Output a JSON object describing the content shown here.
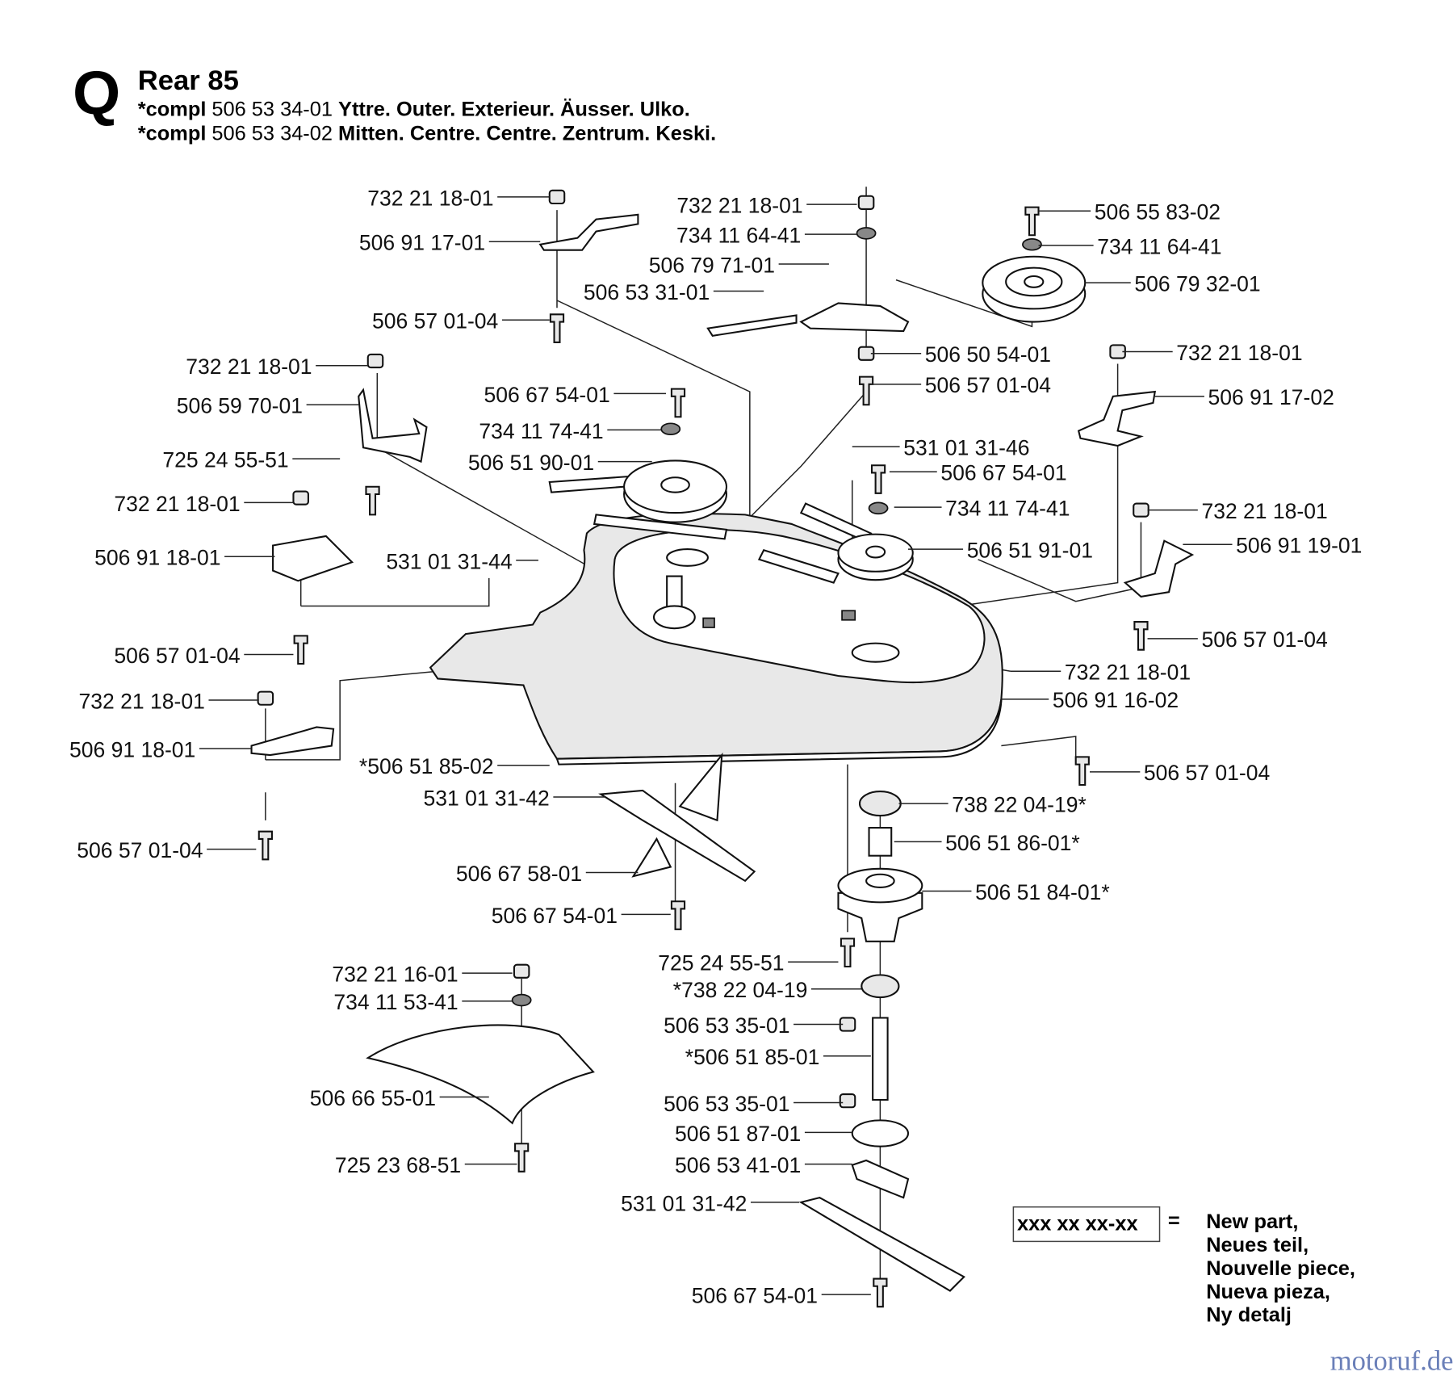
{
  "header": {
    "section_letter": "Q",
    "title": "Rear 85",
    "lines": [
      {
        "prefix": "*compl",
        "part": "506 53 34-01",
        "desc": "Yttre. Outer. Exterieur. Äusser. Ulko."
      },
      {
        "prefix": "*compl",
        "part": "506 53 34-02",
        "desc": "Mitten. Centre. Centre. Zentrum. Keski."
      }
    ]
  },
  "callouts": [
    "732 21 18-01",
    "506 91 17-01",
    "506 57 01-04",
    "732 21 18-01",
    "506 59 70-01",
    "725 24 55-51",
    "732 21 18-01",
    "506 91 18-01",
    "506 57 01-04",
    "732 21 18-01",
    "506 91 18-01",
    "506 57 01-04",
    "732 21 18-01",
    "734 11 64-41",
    "506 79 71-01",
    "506 53 31-01",
    "506 55 83-02",
    "734 11 64-41",
    "506 79 32-01",
    "506 50 54-01",
    "506 57 01-04",
    "732 21 18-01",
    "506 91 17-02",
    "506 67 54-01",
    "734 11 74-41",
    "506 51 90-01",
    "531 01 31-44",
    "531 01 31-46",
    "506 67 54-01",
    "734 11 74-41",
    "506 51 91-01",
    "732 21 18-01",
    "506 91 19-01",
    "506 57 01-04",
    "732 21 18-01",
    "506 91 16-02",
    "*506 51 85-02",
    "506 57 01-04",
    "531 01 31-42",
    "738 22 04-19*",
    "506 51 86-01*",
    "506 67 58-01",
    "506 51 84-01*",
    "506 67 54-01",
    "725 24 55-51",
    "732 21 16-01",
    "*738 22 04-19",
    "734 11 53-41",
    "506 53 35-01",
    "*506 51 85-01",
    "506 66 55-01",
    "506 53 35-01",
    "506 51 87-01",
    "506 53 41-01",
    "725 23 68-51",
    "531 01 31-42",
    "506 67 54-01"
  ],
  "legend": {
    "sample": "xxx xx xx-xx",
    "equals": "=",
    "lines": [
      "New part,",
      "Neues teil,",
      "Nouvelle piece,",
      "Nueva pieza,",
      "Ny detalj"
    ]
  },
  "watermark": "motoruf.de"
}
